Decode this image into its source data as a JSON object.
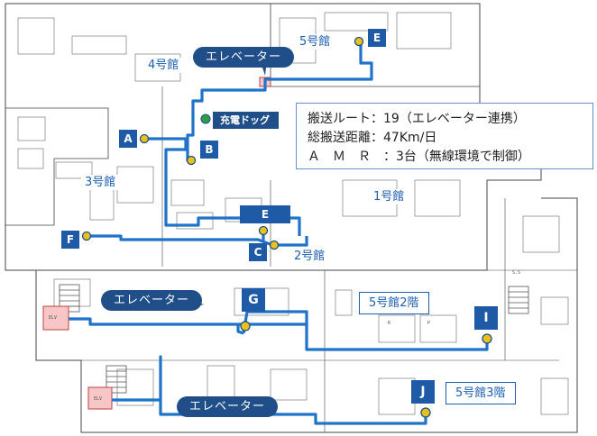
{
  "buildings": {
    "b4": "4号館",
    "b5": "5号館",
    "b3": "3号館",
    "b1": "1号館",
    "b2": "2号館",
    "b5f2": "5号館2階",
    "b5f3": "5号館3階"
  },
  "elevator_label": "エレベーター",
  "charging_dock": "充電ドッグ",
  "stops": [
    "A",
    "B",
    "C",
    "E",
    "E",
    "F",
    "G",
    "I",
    "J"
  ],
  "info": {
    "line1": "搬送ルート：19（エレベーター連携）",
    "line2": "総搬送距離：47Km/日",
    "line3": "Ａ　Ｍ　Ｒ　：3台（無線環境で制御）"
  },
  "plan_tags": {
    "elv": "ELV",
    "lift": "ELV",
    "ss": "S.S",
    "r": "R",
    "p": "P"
  },
  "colors": {
    "route": "#1f73c8",
    "stop_marker": "#e8c21a",
    "dock_marker": "#2e9e4a",
    "label_blue": "#1b5fb0",
    "elevator_fill": "#f7c6c6"
  }
}
